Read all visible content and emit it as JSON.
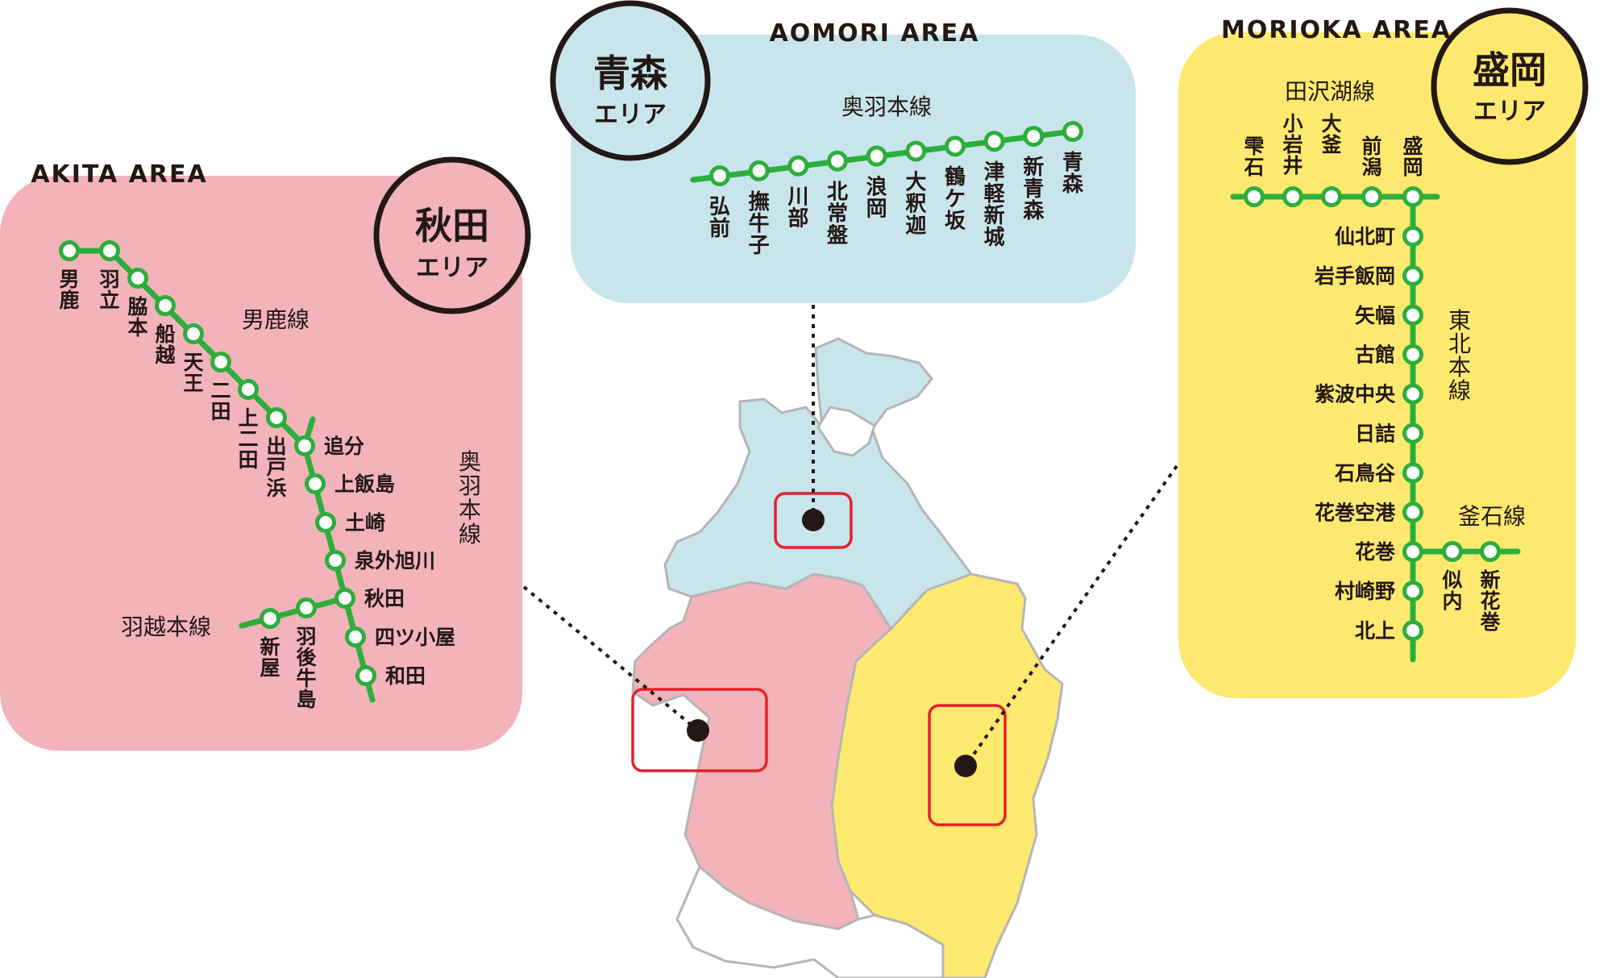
{
  "colors": {
    "aomori": "#c8e5ec",
    "akita": "#f2b3ba",
    "morioka": "#fde96f",
    "rail": "#2dae3c",
    "highlight": "#e3222b",
    "ink": "#231815"
  },
  "areas": {
    "aomori": {
      "english": "AOMORI AREA",
      "badge_main": "青森",
      "badge_sub": "エリア",
      "lines": {
        "ou_main": "奥羽本線"
      },
      "stations": [
        "弘前",
        "撫牛子",
        "川部",
        "北常盤",
        "浪岡",
        "大釈迦",
        "鶴ケ坂",
        "津軽新城",
        "新青森",
        "青森"
      ]
    },
    "akita": {
      "english": "AKITA AREA",
      "badge_main": "秋田",
      "badge_sub": "エリア",
      "lines": {
        "oga": "男鹿線",
        "ou_main": "奥羽本線",
        "uetsu": "羽越本線"
      },
      "oga_stations": [
        "男鹿",
        "羽立",
        "脇本",
        "船越",
        "天王",
        "二田",
        "上二田",
        "出戸浜"
      ],
      "ou_stations": [
        "追分",
        "上飯島",
        "土崎",
        "泉外旭川",
        "秋田",
        "四ツ小屋",
        "和田"
      ],
      "uetsu_stations": [
        "新屋",
        "羽後牛島"
      ]
    },
    "morioka": {
      "english": "MORIOKA AREA",
      "badge_main": "盛岡",
      "badge_sub": "エリア",
      "lines": {
        "tazawako": "田沢湖線",
        "tohoku_main": "東北本線",
        "kamaishi": "釜石線"
      },
      "tazawako_stations": [
        "雫石",
        "小岩井",
        "大釜",
        "前潟",
        "盛岡"
      ],
      "tohoku_stations": [
        "仙北町",
        "岩手飯岡",
        "矢幅",
        "古館",
        "紫波中央",
        "日詰",
        "石鳥谷",
        "花巻空港",
        "花巻",
        "村崎野",
        "北上"
      ],
      "kamaishi_stations": [
        "似内",
        "新花巻"
      ]
    }
  }
}
